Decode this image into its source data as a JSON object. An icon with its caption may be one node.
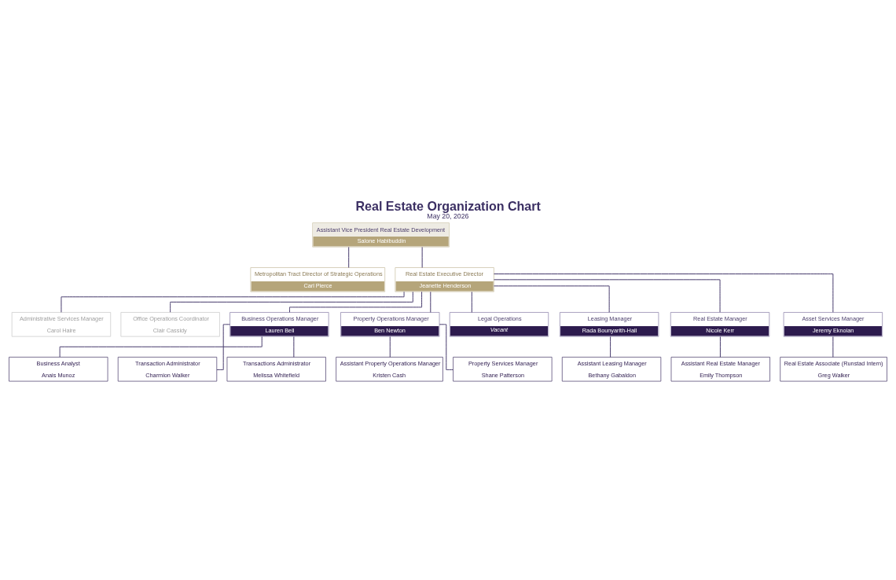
{
  "diagram": {
    "title": "Real Estate Organization Chart",
    "caption": "May 20, 2026",
    "nodes": [
      {
        "text": [
          "Assistant Vice President Real Estate Development",
          "Salone Habibuddin"
        ]
      },
      {
        "text": [
          "Metropolitan Tract Director of Strategic Operations",
          "Carl Pierce"
        ]
      },
      {
        "text": [
          "Real Estate Executive Director",
          "Jeanette Henderson"
        ]
      },
      {
        "text": [
          "Administrative Services Manager",
          "Carol Haire"
        ]
      },
      {
        "text": [
          "Office Operations Coordinator",
          "Clair Cassidy"
        ]
      },
      {
        "text": [
          "Business Operations Manager",
          "Lauren Bell"
        ]
      },
      {
        "text": [
          "Property Operations Manager",
          "Ben Newton"
        ]
      },
      {
        "text": [
          "Legal Operations",
          "Vacant"
        ]
      },
      {
        "text": [
          "Leasing Manager",
          "Rada Bounyarith-Hall"
        ]
      },
      {
        "text": [
          "Real Estate Manager",
          "Nicole Kerr"
        ]
      },
      {
        "text": [
          "Asset Services Manager",
          "Jeremy Eknoian"
        ]
      },
      {
        "text": [
          "Business Analyst",
          "Anais Munoz"
        ]
      },
      {
        "text": [
          "Transaction Administrator",
          "Charmion Walker"
        ]
      },
      {
        "text": [
          "Transactions Administrator",
          "Melissa Whitefield"
        ]
      },
      {
        "text": [
          "Assistant Property Operations Manager",
          "Kristen Cash"
        ]
      },
      {
        "text": [
          "Property Services Manager",
          "Shane Patterson"
        ]
      },
      {
        "text": [
          "Assistant Leasing Manager",
          "Bethany Gabaldon"
        ]
      },
      {
        "text": [
          "Assistant Real Estate Manager",
          "Emily Thompson"
        ]
      },
      {
        "text": [
          "Real Estate Associate (Runstad Intern)",
          "Greg Walker"
        ]
      }
    ],
    "edges": [
      {
        "from": 0,
        "to": 1,
        "arrow": "none"
      },
      {
        "from": 0,
        "to": 2,
        "arrow": "none"
      },
      {
        "from": 2,
        "to": 3,
        "arrow": "none"
      },
      {
        "from": 2,
        "to": 4,
        "arrow": "none"
      },
      {
        "from": 2,
        "to": 5,
        "arrow": "none"
      },
      {
        "from": 2,
        "to": 6,
        "arrow": "none"
      },
      {
        "from": 2,
        "to": 7,
        "arrow": "none"
      },
      {
        "from": 2,
        "to": 8,
        "arrow": "none"
      },
      {
        "from": 2,
        "to": 9,
        "arrow": "none"
      },
      {
        "from": 2,
        "to": 10,
        "arrow": "none"
      },
      {
        "from": 5,
        "to": 11,
        "arrow": "none"
      },
      {
        "from": 5,
        "to": 12,
        "arrow": "none"
      },
      {
        "from": 5,
        "to": 13,
        "arrow": "none"
      },
      {
        "from": 6,
        "to": 14,
        "arrow": "none"
      },
      {
        "from": 6,
        "to": 15,
        "arrow": "none"
      },
      {
        "from": 8,
        "to": 16,
        "arrow": "none"
      },
      {
        "from": 9,
        "to": 17,
        "arrow": "none"
      },
      {
        "from": 10,
        "to": 18,
        "arrow": "none"
      }
    ]
  }
}
